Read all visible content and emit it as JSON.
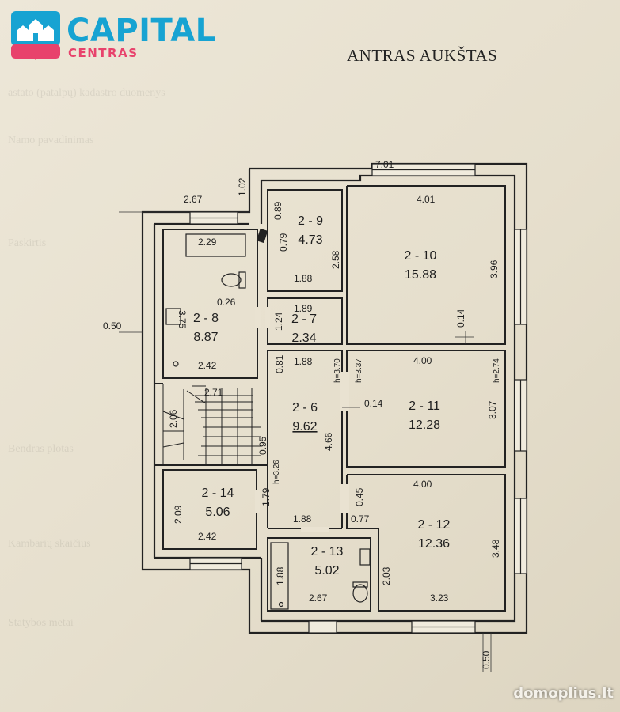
{
  "brand": {
    "name": "CAPITAL",
    "sub": "CENTRAS",
    "colors": {
      "blue": "#17a3d2",
      "pink": "#e8426c"
    }
  },
  "title": "ANTRAS AUKŠTAS",
  "watermark": "domoplius.lt",
  "rooms": [
    {
      "id": "2 - 6",
      "area": "9.62"
    },
    {
      "id": "2 - 7",
      "area": "2.34"
    },
    {
      "id": "2 - 8",
      "area": "8.87"
    },
    {
      "id": "2 - 9",
      "area": "4.73"
    },
    {
      "id": "2 - 10",
      "area": "15.88"
    },
    {
      "id": "2 - 11",
      "area": "12.28"
    },
    {
      "id": "2 - 12",
      "area": "12.36"
    },
    {
      "id": "2 - 13",
      "area": "5.02"
    },
    {
      "id": "2 - 14",
      "area": "5.06"
    }
  ],
  "dimensions": [
    "7.01",
    "1.02",
    "2.67",
    "0.89",
    "0.79",
    "2.58",
    "4.01",
    "3.96",
    "2.29",
    "1.88",
    "1.89",
    "3.75",
    "0.26",
    "1.24",
    "0.14",
    "0.50",
    "2.42",
    "0.81",
    "1.88",
    "h=3.70",
    "h=3.37",
    "4.00",
    "h=2.74",
    "2.71",
    "0.14",
    "3.07",
    "2.06",
    "0.95",
    "4.66",
    "1.79",
    "h=3.26",
    "4.00",
    "0.45",
    "2.09",
    "2.42",
    "1.88",
    "0.77",
    "3.48",
    "1.88",
    "2.03",
    "2.67",
    "3.23",
    "0.50"
  ]
}
